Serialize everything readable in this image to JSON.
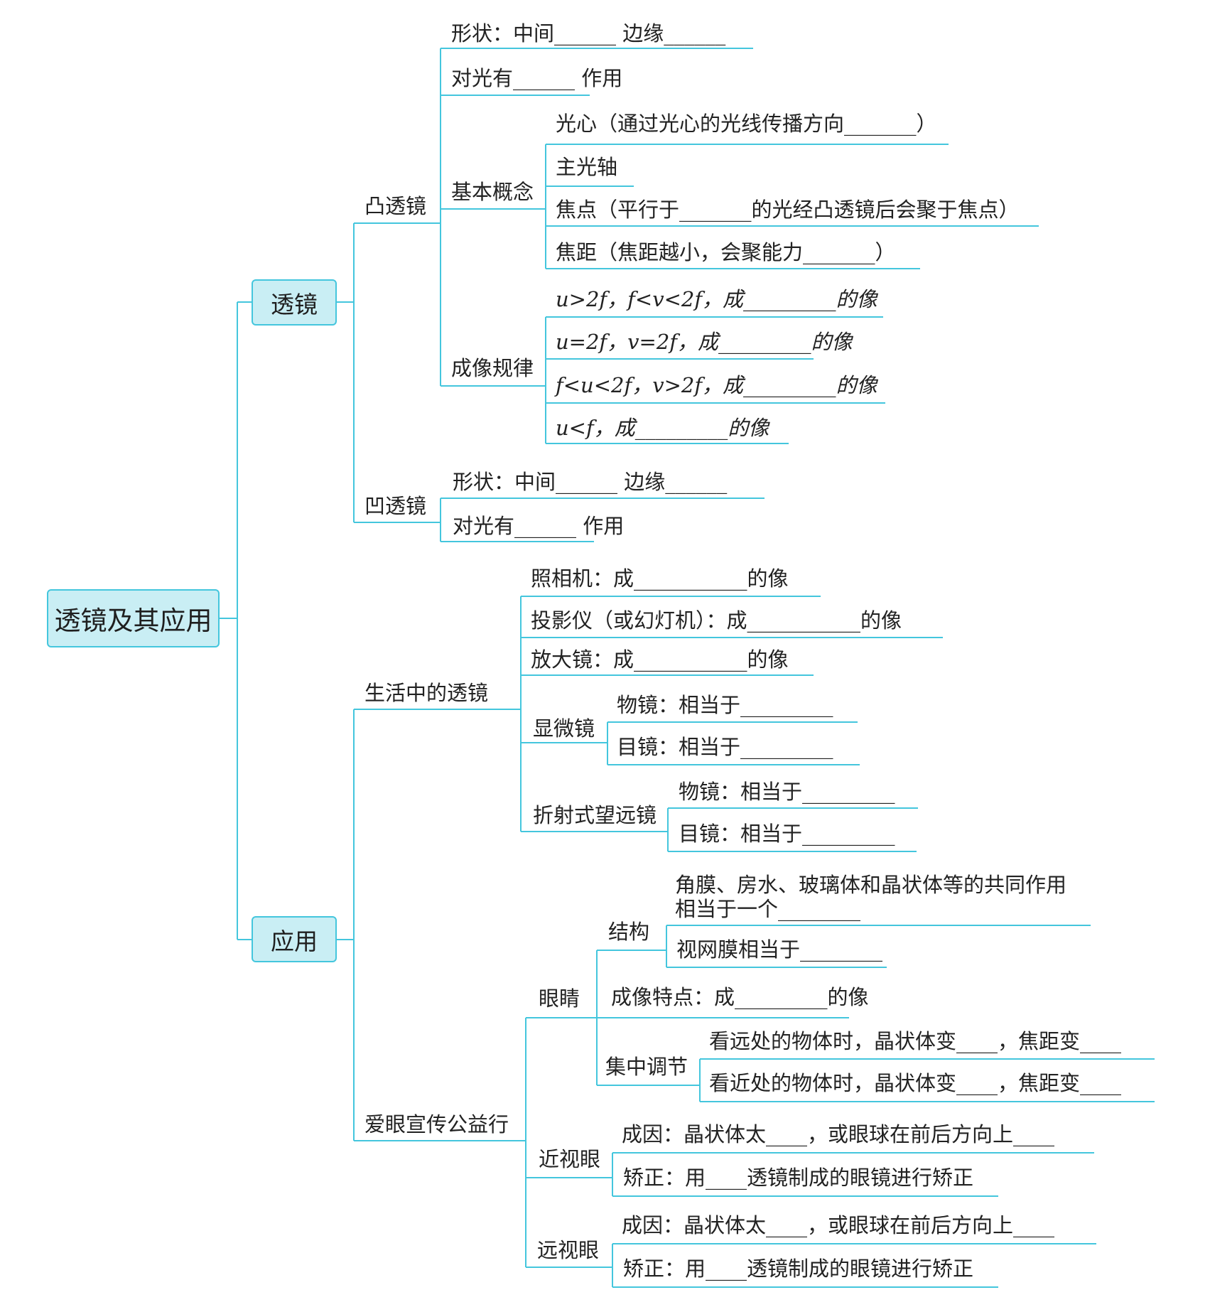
{
  "colors": {
    "line": "#44c6dd",
    "box_fill": "#c9eef4",
    "box_border": "#44c6dd",
    "text": "#222222"
  },
  "root": "透镜及其应用",
  "branches": {
    "lens": "透镜",
    "apply": "应用"
  },
  "lens": {
    "convex": {
      "title": "凸透镜",
      "shape": "形状：中间______ 边缘______",
      "effect": "对光有______ 作用",
      "concepts": {
        "title": "基本概念",
        "optical_center": "光心（通过光心的光线传播方向_______）",
        "main_axis": "主光轴",
        "focus": "焦点（平行于_______的光经凸透镜后会聚于焦点）",
        "focal_length": "焦距（焦距越小，会聚能力_______）"
      },
      "imaging": {
        "title": "成像规律",
        "rule1": "u>2f，f<v<2f，成_________的像",
        "rule2": "u=2f，v=2f，成_________的像",
        "rule3": "f<u<2f，v>2f，成_________的像",
        "rule4": "u<f，成_________的像"
      }
    },
    "concave": {
      "title": "凹透镜",
      "shape": "形状：中间______ 边缘______",
      "effect": "对光有______ 作用"
    }
  },
  "apply": {
    "life": {
      "title": "生活中的透镜",
      "camera": "照相机：成___________的像",
      "projector": "投影仪（或幻灯机）：成___________的像",
      "magnifier": "放大镜：成___________的像",
      "microscope": {
        "title": "显微镜",
        "objective": "物镜：相当于_________",
        "eyepiece": "目镜：相当于_________"
      },
      "telescope": {
        "title": "折射式望远镜",
        "objective": "物镜：相当于_________",
        "eyepiece": "目镜：相当于_________"
      }
    },
    "eye_care": {
      "title": "爱眼宣传公益行",
      "eye": {
        "title": "眼睛",
        "structure": {
          "title": "结构",
          "cornea_line1": "角膜、房水、玻璃体和晶状体等的共同作用",
          "cornea_line2": "相当于一个________",
          "retina": "视网膜相当于________"
        },
        "imaging": "成像特点：成_________的像",
        "focus": {
          "title": "集中调节",
          "far": "看远处的物体时，晶状体变____，焦距变____",
          "near": "看近处的物体时，晶状体变____，焦距变____"
        }
      },
      "myopia": {
        "title": "近视眼",
        "cause": "成因：晶状体太____，或眼球在前后方向上____",
        "correct": "矫正：用____透镜制成的眼镜进行矫正"
      },
      "hyperopia": {
        "title": "远视眼",
        "cause": "成因：晶状体太____，或眼球在前后方向上____",
        "correct": "矫正：用____透镜制成的眼镜进行矫正"
      }
    }
  }
}
